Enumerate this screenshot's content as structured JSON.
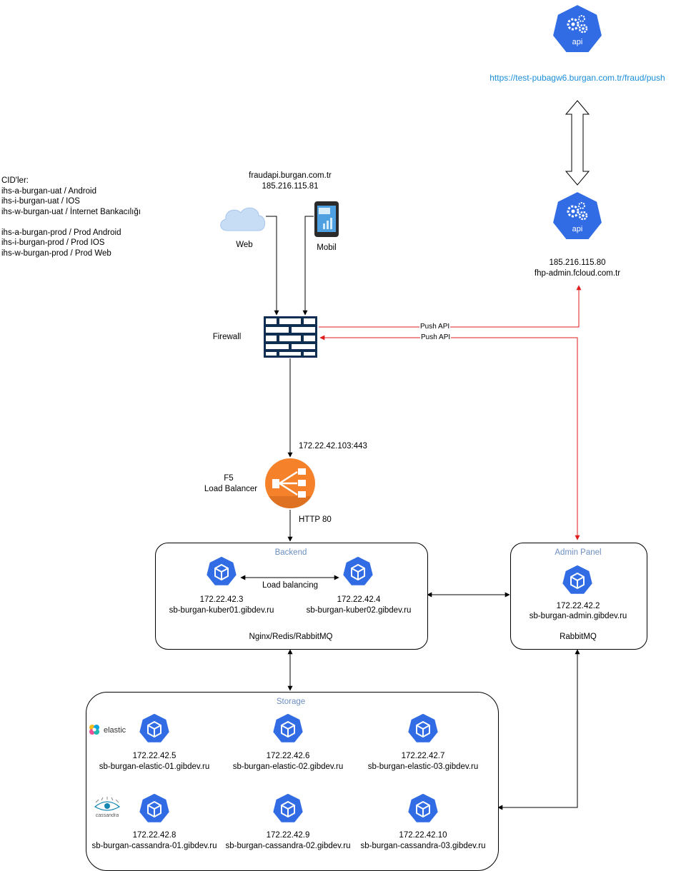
{
  "top_api": {
    "icon": "kubernetes-api-icon",
    "url": "https://test-pubagw6.burgan.com.tr/fraud/push"
  },
  "fhp_api": {
    "icon": "kubernetes-api-icon",
    "ip": "185.216.115.80",
    "host": "fhp-admin.fcloud.com.tr"
  },
  "cid_note": {
    "title": "CID'ler:",
    "lines": [
      "ihs-a-burgan-uat  / Android",
      "ihs-i-burgan-uat  / IOS",
      "ihs-w-burgan-uat  / İnternet Bankacılığı",
      "",
      "ihs-a-burgan-prod / Prod Android",
      "ihs-i-burgan-prod / Prod IOS",
      "ihs-w-burgan-prod / Prod Web"
    ]
  },
  "fraud_api": {
    "host": "fraudapi.burgan.com.tr",
    "ip": "185.216.115.81"
  },
  "clients": {
    "web_label": "Web",
    "mobil_label": "Mobil"
  },
  "firewall": {
    "label": "Firewall",
    "push_label_1": "Push API",
    "push_label_2": "Push API"
  },
  "f5": {
    "in_label": "172.22.42.103:443",
    "label_line1": "F5",
    "label_line2": "Load Balancer",
    "out_label": "HTTP 80"
  },
  "backend": {
    "title": "Backend",
    "lb_label": "Load balancing",
    "node1_ip": "172.22.42.3",
    "node1_host": "sb-burgan-kuber01.gibdev.ru",
    "node2_ip": "172.22.42.4",
    "node2_host": "sb-burgan-kuber02.gibdev.ru",
    "footer": "Nginx/Redis/RabbitMQ"
  },
  "admin": {
    "title": "Admin Panel",
    "node_ip": "172.22.42.2",
    "node_host": "sb-burgan-admin.gibdev.ru",
    "footer": "RabbitMQ"
  },
  "storage": {
    "title": "Storage",
    "elastic_logo": "elastic",
    "cassandra_logo": "cassandra",
    "elastic": [
      {
        "ip": "172.22.42.5",
        "host": "sb-burgan-elastic-01.gibdev.ru"
      },
      {
        "ip": "172.22.42.6",
        "host": "sb-burgan-elastic-02.gibdev.ru"
      },
      {
        "ip": "172.22.42.7",
        "host": "sb-burgan-elastic-03.gibdev.ru"
      }
    ],
    "cassandra": [
      {
        "ip": "172.22.42.8",
        "host": "sb-burgan-cassandra-01.gibdev.ru"
      },
      {
        "ip": "172.22.42.9",
        "host": "sb-burgan-cassandra-02.gibdev.ru"
      },
      {
        "ip": "172.22.42.10",
        "host": "sb-burgan-cassandra-03.gibdev.ru"
      }
    ]
  },
  "colors": {
    "kube_blue": "#326ce5",
    "group_title": "#6c8ebf",
    "link": "#1a8ed8",
    "push_red": "#e01c1c",
    "f5_orange": "#f5822a"
  }
}
